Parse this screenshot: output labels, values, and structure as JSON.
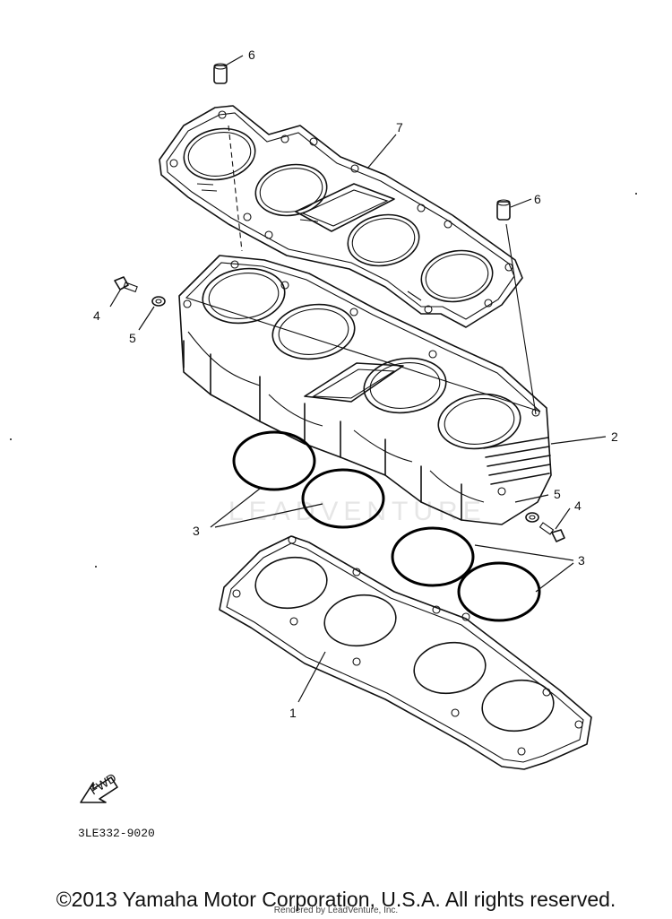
{
  "callouts": {
    "c1": "1",
    "c2": "2",
    "c3a": "3",
    "c3b": "3",
    "c4a": "4",
    "c4b": "4",
    "c5a": "5",
    "c5b": "5",
    "c6a": "6",
    "c6b": "6",
    "c7": "7"
  },
  "fwd_label": "FWD",
  "diagram_code": "3LE332-9020",
  "watermark": "LEADVENTURE",
  "copyright": "©2013 Yamaha Motor Corporation, U.S.A. All rights reserved.",
  "rendered_by": "Rendered by LeadVenture, Inc."
}
